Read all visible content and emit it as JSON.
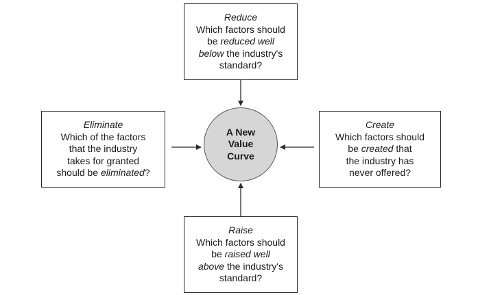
{
  "center": {
    "lines": [
      "A New",
      "Value",
      "Curve"
    ]
  },
  "reduce": {
    "title": "Reduce",
    "line1": "Which factors should",
    "line2_prefix": "be ",
    "line2_em": "reduced well",
    "line3_em": "below",
    "line3_suffix": " the industry's",
    "line4": "standard?"
  },
  "eliminate": {
    "title": "Eliminate",
    "line1": "Which of the factors",
    "line2": "that the industry",
    "line3": "takes for granted",
    "line4_prefix": "should be ",
    "line4_em": "eliminated",
    "line4_suffix": "?"
  },
  "create": {
    "title": "Create",
    "line1": "Which factors should",
    "line2_prefix": "be ",
    "line2_em": "created",
    "line2_suffix": " that",
    "line3": "the industry has",
    "line4": "never offered?"
  },
  "raise": {
    "title": "Raise",
    "line1": "Which factors should",
    "line2_prefix": "be ",
    "line2_em": "raised well",
    "line3_em": "above",
    "line3_suffix": " the industry's",
    "line4": "standard?"
  }
}
